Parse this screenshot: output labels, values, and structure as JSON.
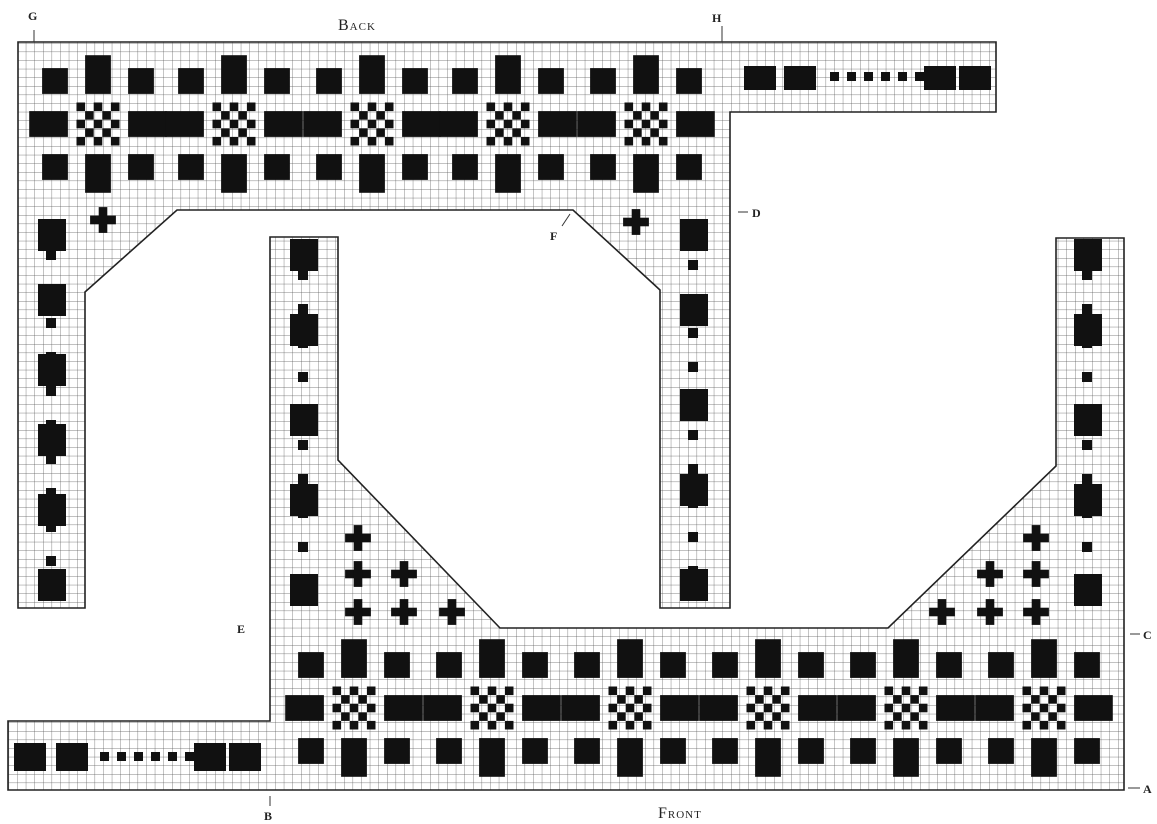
{
  "labels": {
    "back": "Back",
    "front": "Front",
    "a": "A",
    "b": "B",
    "c": "C",
    "d": "D",
    "e": "E",
    "f": "F",
    "g": "G",
    "h": "H"
  },
  "colors": {
    "ink": "#111111",
    "grid": "#444444",
    "paper": "#ffffff"
  }
}
